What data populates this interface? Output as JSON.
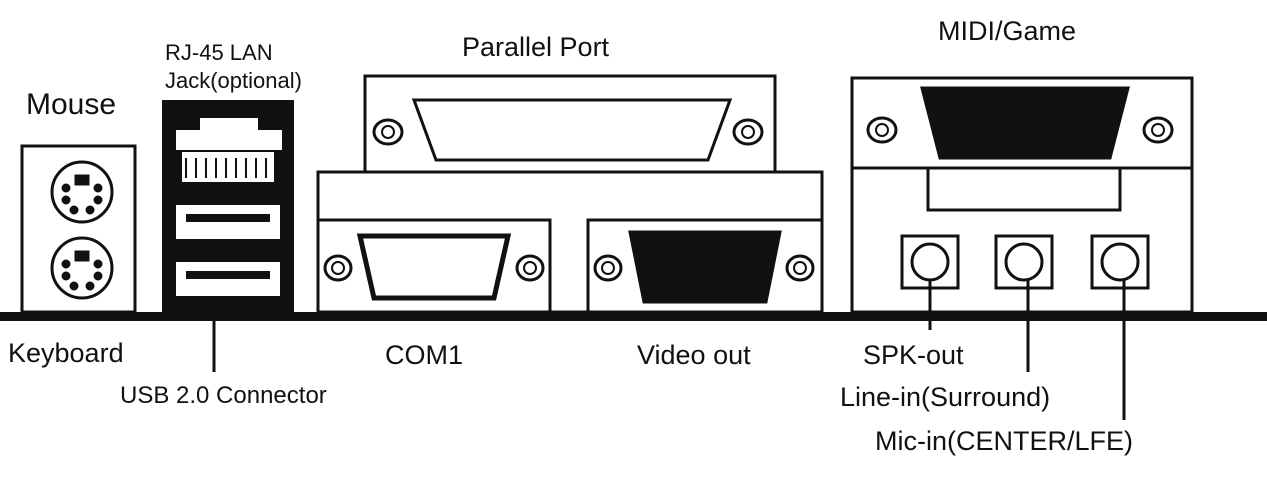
{
  "labels": {
    "mouse": "Mouse",
    "keyboard": "Keyboard",
    "rj45_line1": "RJ-45 LAN",
    "rj45_line2": "Jack(optional)",
    "usb": "USB 2.0 Connector",
    "parallel": "Parallel Port",
    "com1": "COM1",
    "video": "Video out",
    "midi": "MIDI/Game",
    "spk": "SPK-out",
    "linein": "Line-in(Surround)",
    "micin": "Mic-in(CENTER/LFE)"
  },
  "colors": {
    "ink": "#111111",
    "background": "#ffffff"
  },
  "parts": {
    "ps2_ports": [
      "ps2-mouse-port",
      "ps2-keyboard-port"
    ],
    "usb_ports": [
      "usb-port-top",
      "usb-port-bottom"
    ],
    "audio_jacks": [
      "spk-out-jack",
      "line-in-jack",
      "mic-in-jack"
    ]
  }
}
